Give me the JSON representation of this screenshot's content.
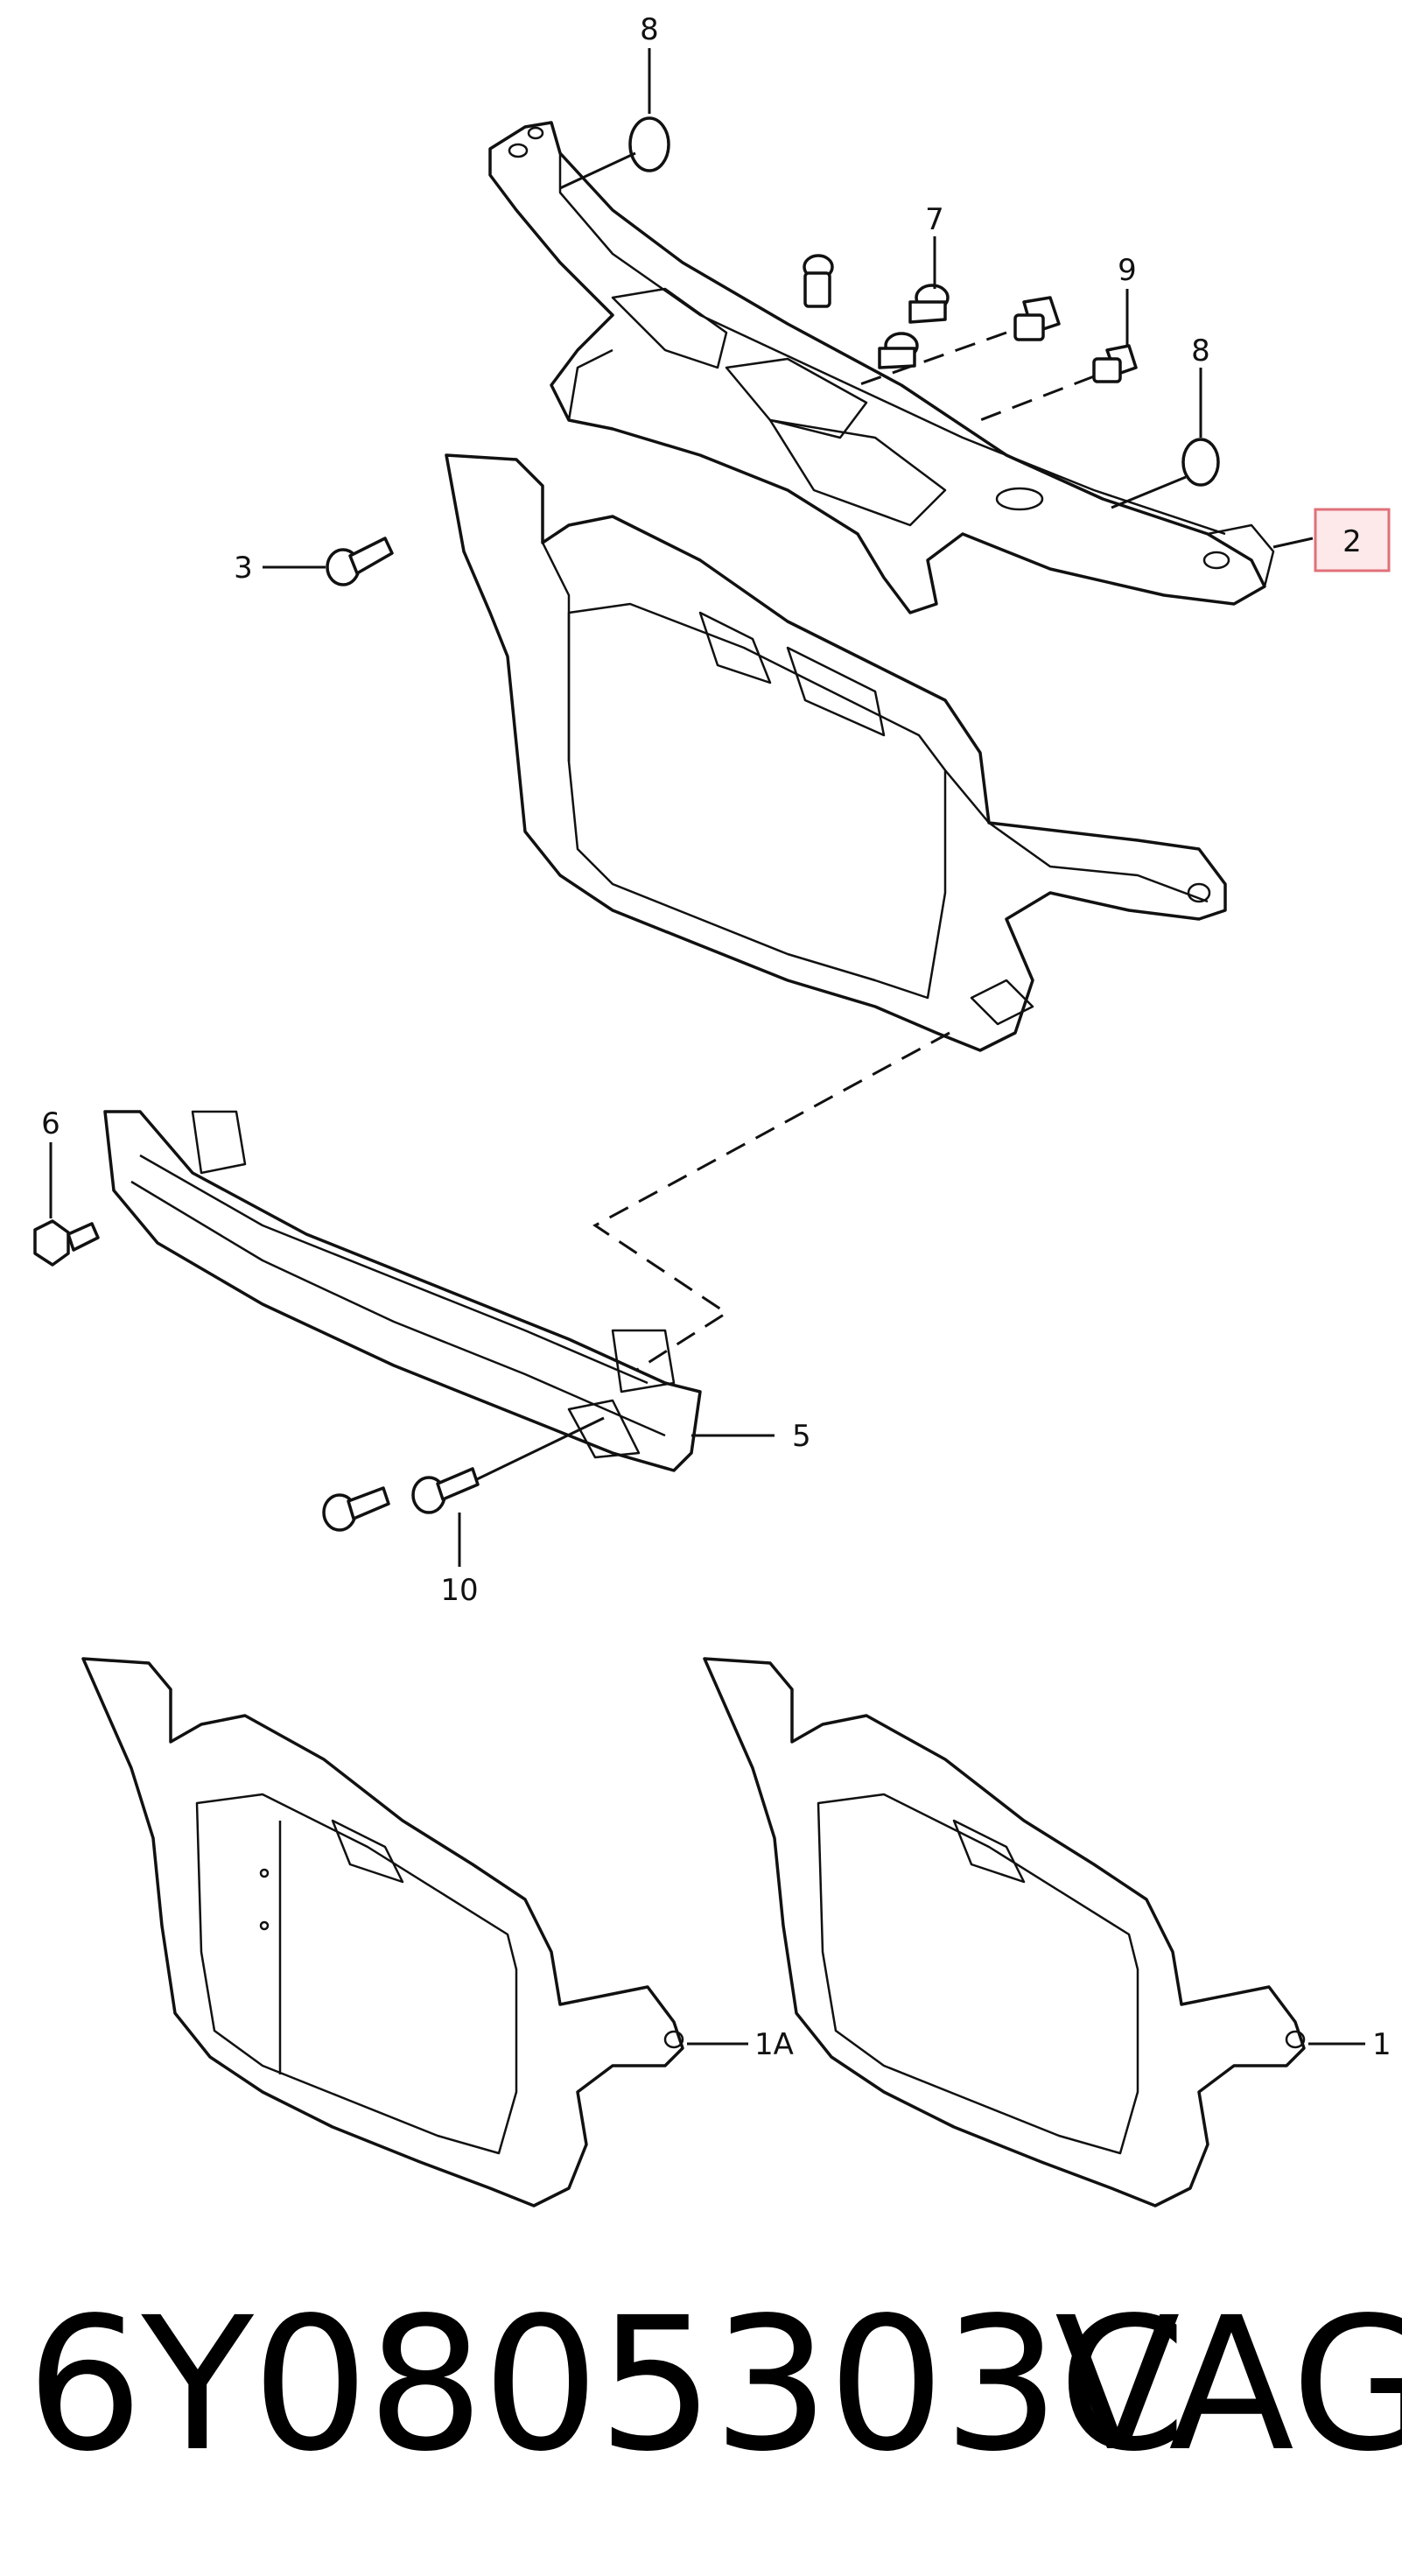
{
  "callouts": [
    {
      "id": "c8a",
      "label": "8"
    },
    {
      "id": "c7",
      "label": "7"
    },
    {
      "id": "c9",
      "label": "9"
    },
    {
      "id": "c8b",
      "label": "8"
    },
    {
      "id": "c2",
      "label": "2"
    },
    {
      "id": "c3",
      "label": "3"
    },
    {
      "id": "c6",
      "label": "6"
    },
    {
      "id": "c5",
      "label": "5"
    },
    {
      "id": "c10",
      "label": "10"
    },
    {
      "id": "c1A",
      "label": "1A"
    },
    {
      "id": "c1",
      "label": "1"
    }
  ],
  "footer": {
    "part_number": "6Y0805303C",
    "brand": "VAG"
  },
  "colors": {
    "highlight_border": "#e0707a",
    "highlight_fill": "#fde8ea",
    "line": "#111111"
  }
}
